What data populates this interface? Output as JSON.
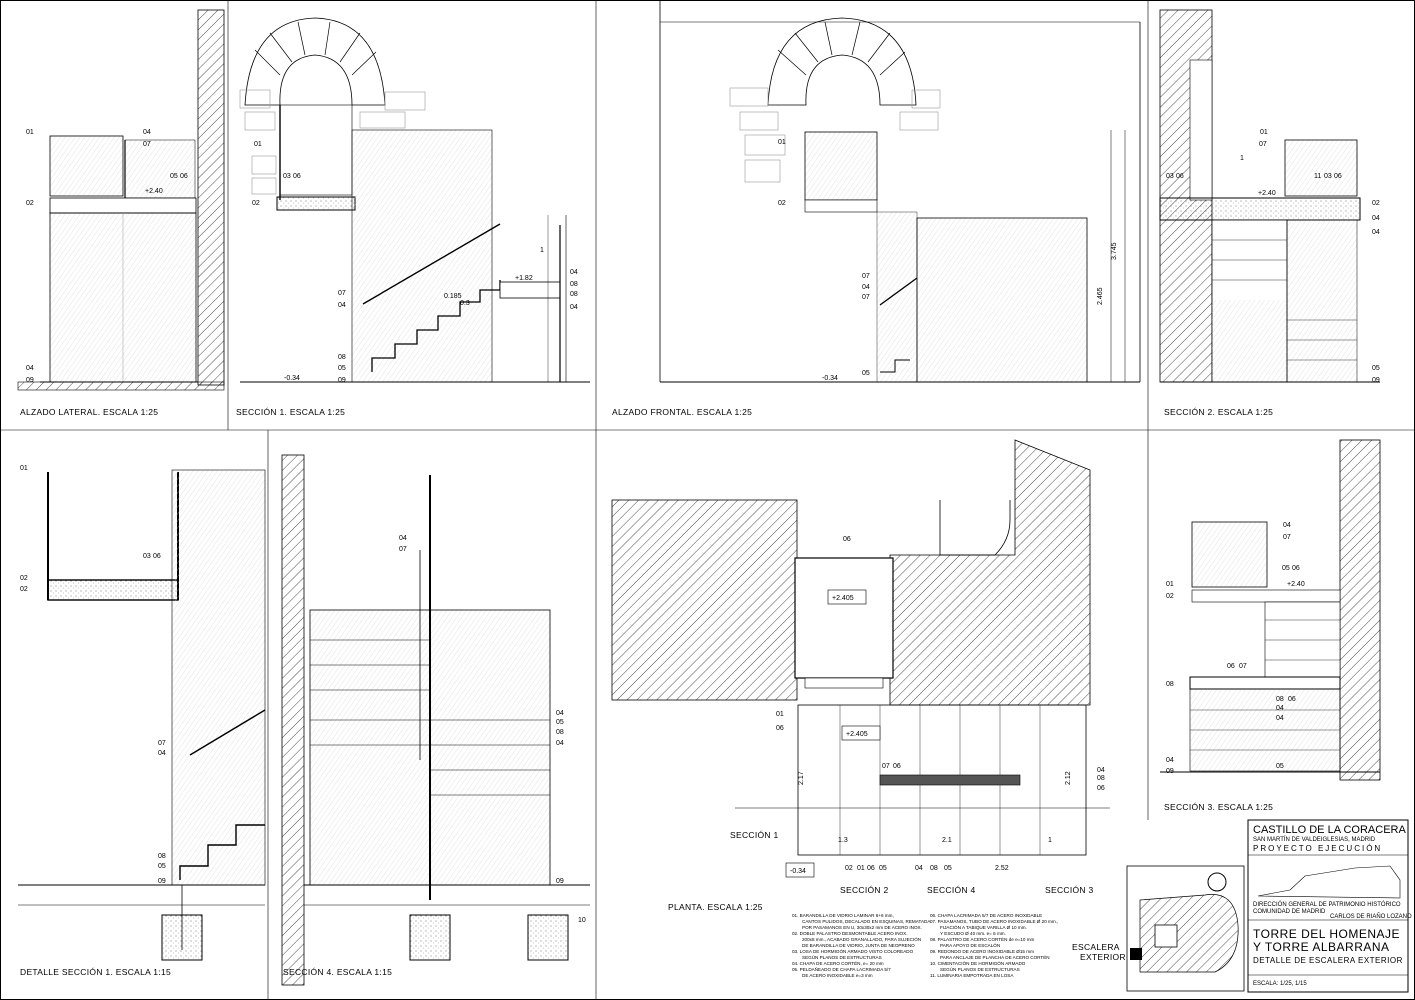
{
  "drawings": [
    {
      "caption": "ALZADO LATERAL. ESCALA 1:25",
      "labels": [
        "01",
        "04",
        "07",
        "05",
        "06",
        "+2.40",
        "02",
        "04",
        "09"
      ]
    },
    {
      "caption": "SECCIÓN 1. ESCALA 1:25",
      "labels": [
        "01",
        "03",
        "06",
        "02",
        "07",
        "04",
        "0.185",
        "0.3",
        "+1.82",
        "04",
        "08",
        "08",
        "04",
        "08",
        "05",
        "09",
        "-0.34",
        "1"
      ]
    },
    {
      "caption": "ALZADO FRONTAL. ESCALA 1:25",
      "labels": [
        "01",
        "02",
        "07",
        "04",
        "07",
        "05",
        "-0.34",
        "2.465",
        "3.745"
      ]
    },
    {
      "caption": "SECCIÓN 2. ESCALA 1:25",
      "labels": [
        "01",
        "07",
        "03",
        "06",
        "11",
        "03",
        "06",
        "+2.40",
        "02",
        "04",
        "04",
        "05",
        "09",
        "1"
      ]
    },
    {
      "caption": "DETALLE SECCIÓN 1. ESCALA 1:15",
      "labels": [
        "01",
        "03",
        "06",
        "02",
        "02",
        "07",
        "04",
        "08",
        "05",
        "09"
      ]
    },
    {
      "caption": "SECCIÓN 4. ESCALA 1:15",
      "labels": [
        "04",
        "07",
        "04",
        "05",
        "08",
        "04",
        "09",
        "10"
      ]
    },
    {
      "caption": "PLANTA. ESCALA 1:25",
      "labels": [
        "06",
        "+2.405",
        "01",
        "06",
        "+2.405",
        "07",
        "06",
        "2.17",
        "2.12",
        "04",
        "08",
        "06",
        "1.3",
        "2.1",
        "1",
        "02",
        "01",
        "06",
        "05",
        "04",
        "08",
        "05",
        "2.52",
        "-0.34",
        "SECCIÓN 1",
        "SECCIÓN 2",
        "SECCIÓN 4",
        "SECCIÓN 3"
      ]
    },
    {
      "caption": "SECCIÓN 3. ESCALA 1:25",
      "labels": [
        "04",
        "07",
        "05",
        "06",
        "+2.40",
        "01",
        "02",
        "06",
        "07",
        "08",
        "08",
        "06",
        "04",
        "04",
        "04",
        "09",
        "05"
      ]
    }
  ],
  "notes_left": [
    "01. BARANDILLA DE VIDRIO LAMINAR 6+6 mm,",
    "CANTOS PULIDOS, DECALADO EN ESQUINAS, REMATADA",
    "POR PASAMANOS EN U, 30x30x2 mm DE ACERO INOX.",
    "02. DOBLE PALASTRO DESMONTABLE ACERO INOX.",
    "200x8 mm., ACABADO GRANALLADO, PARA SUJECIÓN",
    "DE BARANDILLA DE VIDRIO, JUNTA DE NEOPRENO",
    "03. LOSA DE HORMIGÓN ARMADO VISTO COLOREADO",
    "SEGÚN PLANOS DE ESTRUCTURAS",
    "04. CHAPA DE ACERO CORTÉN, e= 20 mm",
    "05. PELDAÑEADO DE CHAPA LACRIMADA 5/7",
    "DE ACERO INOXIDABLE e=3 mm"
  ],
  "notes_right": [
    "06. CHAPA LACRIMADA 5/7 DE ACERO INOXIDABLE",
    "07. PASAMANOS, TUBO DE ACERO INOXIDABLE Ø 20 mm.,",
    "FIJACIÓN A TABIQUE VARILLA Ø 10 mm.",
    "Y ESCUDO Ø 40 mm. e= 6 mm.",
    "08. PALASTRO DE ACERO CORTÉN de e=10 mm",
    "PARA APOYO DE ESCALÓN",
    "09. REDONDO DE ACERO INOXIDABLE Ø15 mm",
    "PARA ANCLAJE DE PLANCHA DE ACERO CORTÉN",
    "10. CIMENTACIÓN DE HORMIGÓN ARMADO",
    "SEGÚN PLANOS DE ESTRUCTURAS",
    "11. LUMINARIA EMPOTRADA EN LOSA"
  ],
  "key_plan_label_1": "ESCALERA",
  "key_plan_label_2": "EXTERIOR",
  "title_block": {
    "project": "CASTILLO DE LA CORACERA",
    "location": "SAN MARTÍN DE VALDEIGLESIAS, MADRID",
    "phase": "PROYECTO EJECUCIÓN",
    "client_1": "DIRECCIÓN GENERAL DE PATRIMONIO HISTÓRICO",
    "client_2": "COMUNIDAD DE MADRID",
    "architect": "CARLOS DE RIAÑO LOZANO",
    "title_1": "TORRE DEL HOMENAJE",
    "title_2": "Y TORRE ALBARRANA",
    "subtitle": "DETALLE DE ESCALERA EXTERIOR",
    "scale": "ESCALA: 1/25, 1/15"
  }
}
